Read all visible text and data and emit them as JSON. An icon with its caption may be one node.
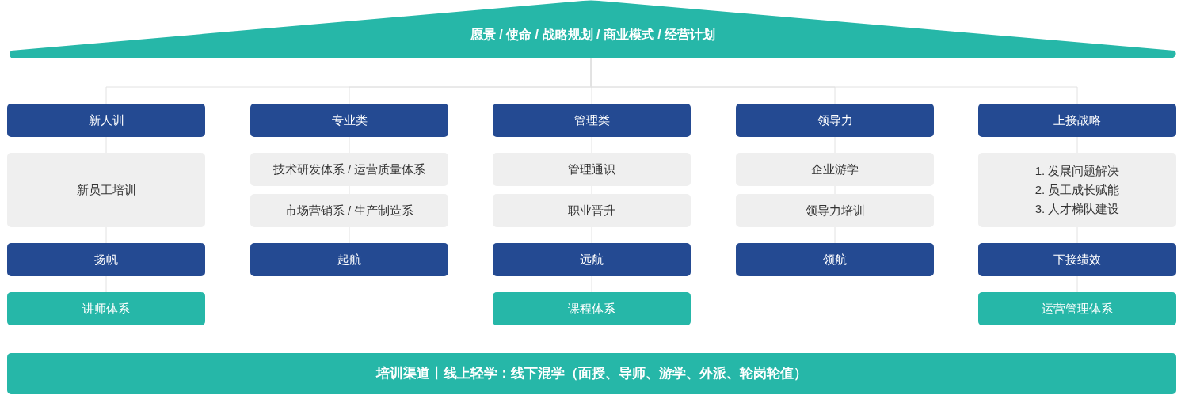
{
  "diagram": {
    "nodes": [
      {
        "text": [
          "愿景 / 使命 / 战略规划 / 商业模式 / 经营计划"
        ]
      },
      {
        "text": [
          "新人训"
        ]
      },
      {
        "text": [
          "新员工培训"
        ]
      },
      {
        "text": [
          "扬帆"
        ]
      },
      {
        "text": [
          "讲师体系"
        ]
      },
      {
        "text": [
          "专业类"
        ]
      },
      {
        "text": [
          "技术研发体系 / 运营质量体系"
        ]
      },
      {
        "text": [
          "市场营销系 / 生产制造系"
        ]
      },
      {
        "text": [
          "起航"
        ]
      },
      {
        "text": [
          "管理类"
        ]
      },
      {
        "text": [
          "管理通识"
        ]
      },
      {
        "text": [
          "职业晋升"
        ]
      },
      {
        "text": [
          "远航"
        ]
      },
      {
        "text": [
          "课程体系"
        ]
      },
      {
        "text": [
          "领导力"
        ]
      },
      {
        "text": [
          "企业游学"
        ]
      },
      {
        "text": [
          "领导力培训"
        ]
      },
      {
        "text": [
          "领航"
        ]
      },
      {
        "text": [
          "上接战略"
        ]
      },
      {
        "text": [
          "1. 发展问题解决",
          "2. 员工成长赋能",
          "3. 人才梯队建设"
        ]
      },
      {
        "text": [
          "下接绩效"
        ]
      },
      {
        "text": [
          "运营管理体系"
        ]
      },
      {
        "text": [
          "培训渠道丨线上轻学：线下混学（面授、导师、游学、外派、轮岗轮值）"
        ]
      }
    ],
    "edges": [
      {
        "from": 0,
        "to": 1,
        "arrow": "none"
      },
      {
        "from": 0,
        "to": 5,
        "arrow": "none"
      },
      {
        "from": 0,
        "to": 9,
        "arrow": "none"
      },
      {
        "from": 0,
        "to": 14,
        "arrow": "none"
      },
      {
        "from": 0,
        "to": 18,
        "arrow": "none"
      },
      {
        "from": 1,
        "to": 2,
        "arrow": "none"
      },
      {
        "from": 2,
        "to": 3,
        "arrow": "none"
      },
      {
        "from": 3,
        "to": 4,
        "arrow": "none"
      },
      {
        "from": 5,
        "to": 6,
        "arrow": "none"
      },
      {
        "from": 6,
        "to": 7,
        "arrow": "none"
      },
      {
        "from": 7,
        "to": 8,
        "arrow": "none"
      },
      {
        "from": 9,
        "to": 10,
        "arrow": "none"
      },
      {
        "from": 10,
        "to": 11,
        "arrow": "none"
      },
      {
        "from": 11,
        "to": 12,
        "arrow": "none"
      },
      {
        "from": 12,
        "to": 13,
        "arrow": "none"
      },
      {
        "from": 14,
        "to": 15,
        "arrow": "none"
      },
      {
        "from": 15,
        "to": 16,
        "arrow": "none"
      },
      {
        "from": 16,
        "to": 17,
        "arrow": "none"
      },
      {
        "from": 18,
        "to": 19,
        "arrow": "none"
      },
      {
        "from": 19,
        "to": 20,
        "arrow": "none"
      },
      {
        "from": 20,
        "to": 21,
        "arrow": "none"
      }
    ]
  }
}
